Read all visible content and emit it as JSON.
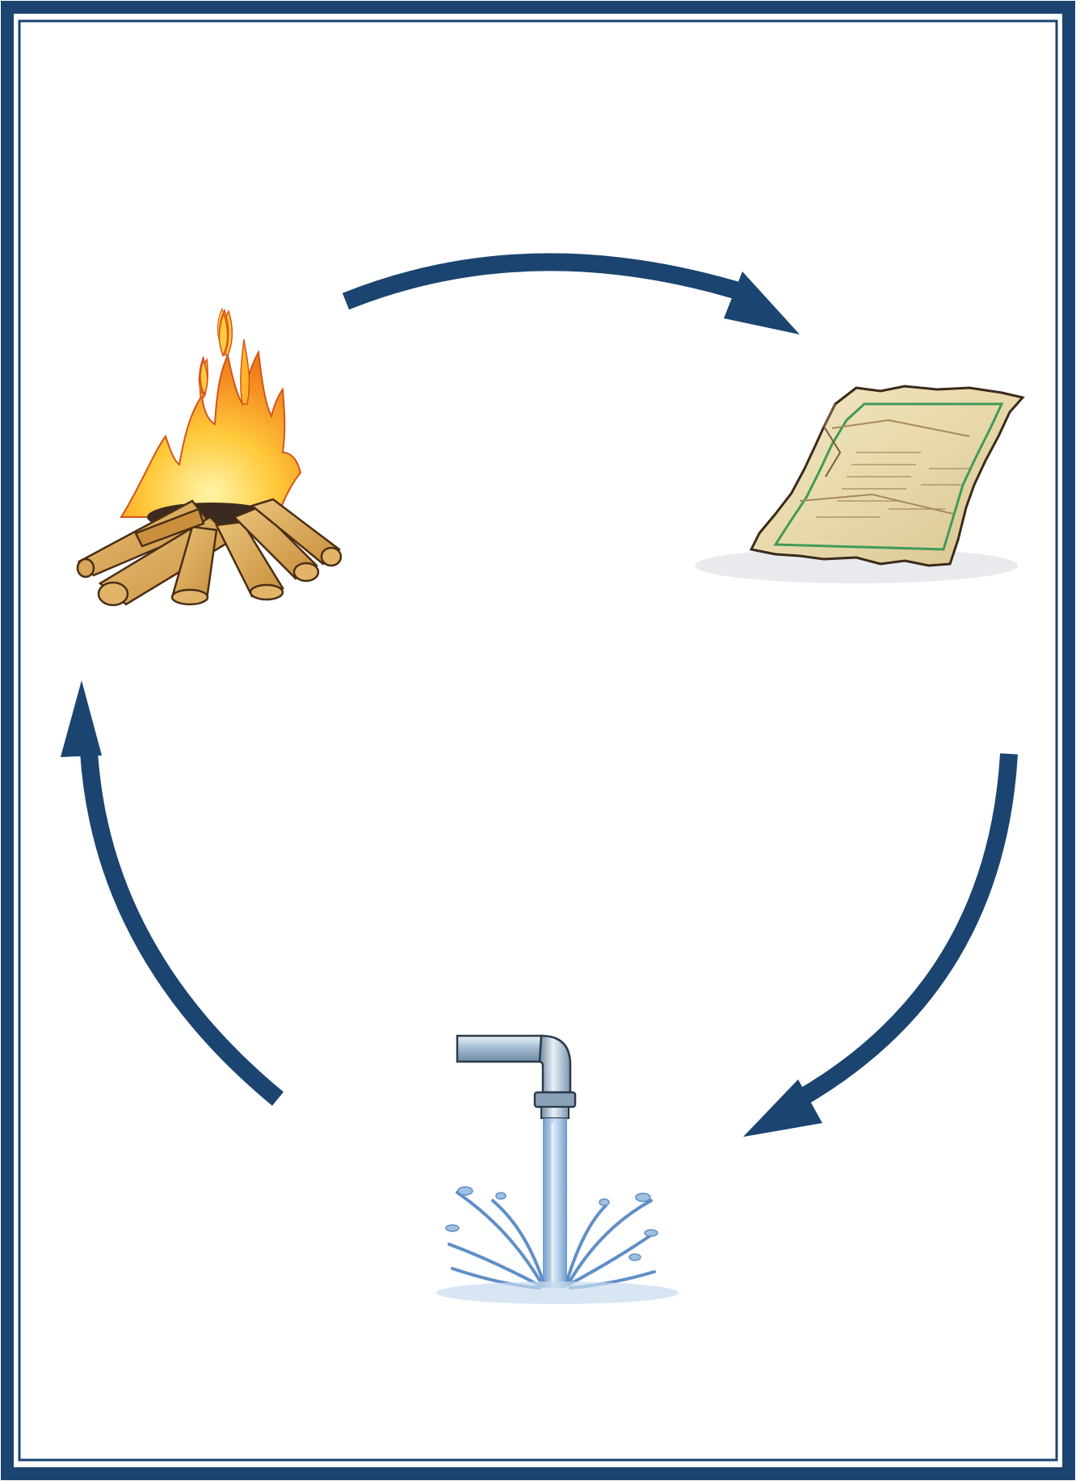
{
  "diagram": {
    "type": "cycle",
    "colors": {
      "frame": "#1b4470",
      "arrow": "#1b4470",
      "background": "#ffffff"
    },
    "nodes": [
      {
        "id": "fire",
        "icon": "campfire-icon"
      },
      {
        "id": "paper",
        "icon": "old-paper-map-icon"
      },
      {
        "id": "water",
        "icon": "water-pipe-icon"
      }
    ],
    "edges": [
      {
        "from": "fire",
        "to": "paper"
      },
      {
        "from": "paper",
        "to": "water"
      },
      {
        "from": "water",
        "to": "fire"
      }
    ]
  }
}
